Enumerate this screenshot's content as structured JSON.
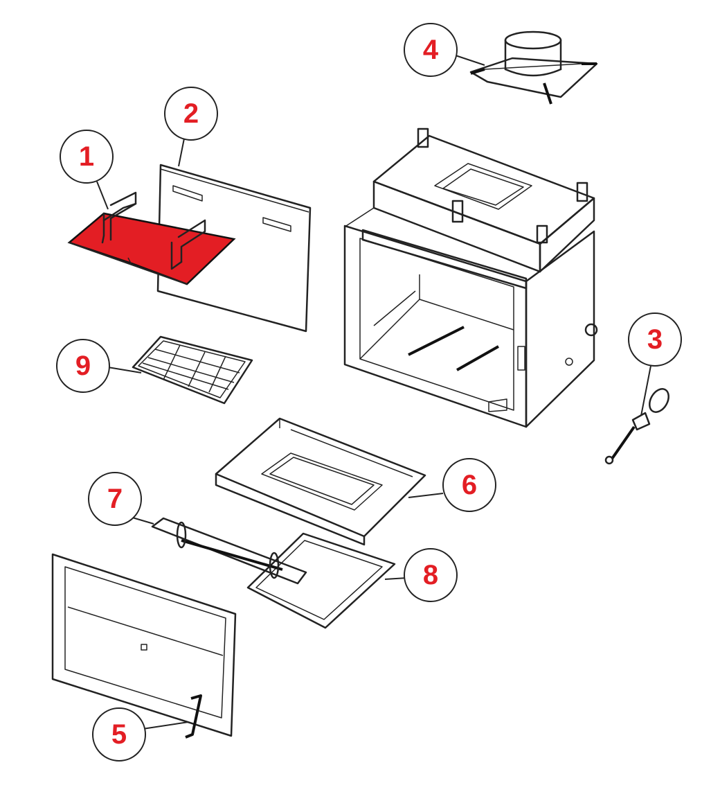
{
  "colors": {
    "highlight": "#e31e24",
    "callout_text": "#e31e24",
    "line": "#222222",
    "background": "#ffffff"
  },
  "callouts": [
    {
      "id": "1",
      "label": "1"
    },
    {
      "id": "2",
      "label": "2"
    },
    {
      "id": "3",
      "label": "3"
    },
    {
      "id": "4",
      "label": "4"
    },
    {
      "id": "5",
      "label": "5"
    },
    {
      "id": "6",
      "label": "6"
    },
    {
      "id": "7",
      "label": "7"
    },
    {
      "id": "8",
      "label": "8"
    },
    {
      "id": "9",
      "label": "9"
    }
  ],
  "highlighted_part": "1"
}
